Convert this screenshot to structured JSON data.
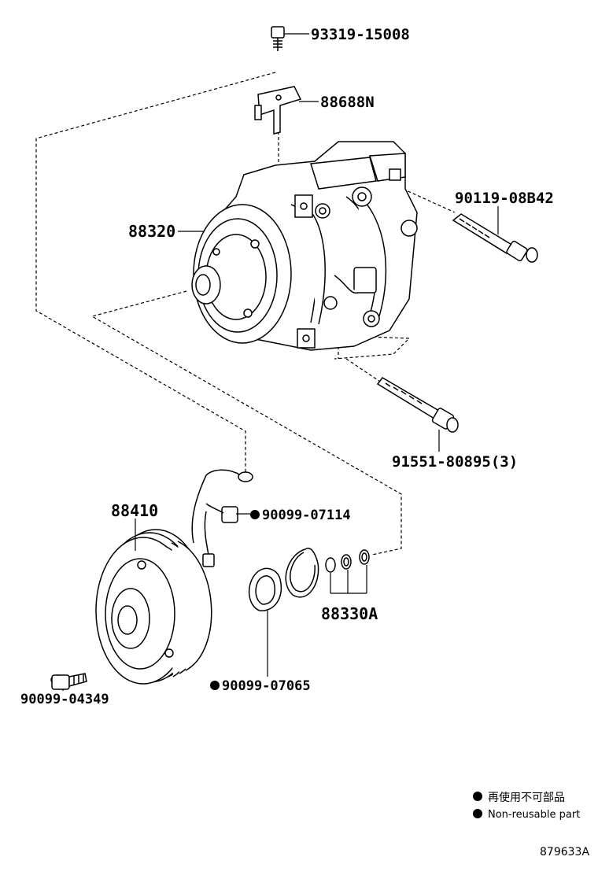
{
  "parts": {
    "p93319": "93319-15008",
    "p88688": "88688N",
    "p90119": "90119-08B42",
    "p88320": "88320",
    "p91551": "91551-80895(3)",
    "p88410": "88410",
    "p90099a": "90099-07114",
    "p88330": "88330A",
    "p90099b": "90099-07065",
    "p90099c": "90099-04349"
  },
  "legend": {
    "jp": "再使用不可部品",
    "en": "Non-reusable part"
  },
  "figure_id": "879633A"
}
